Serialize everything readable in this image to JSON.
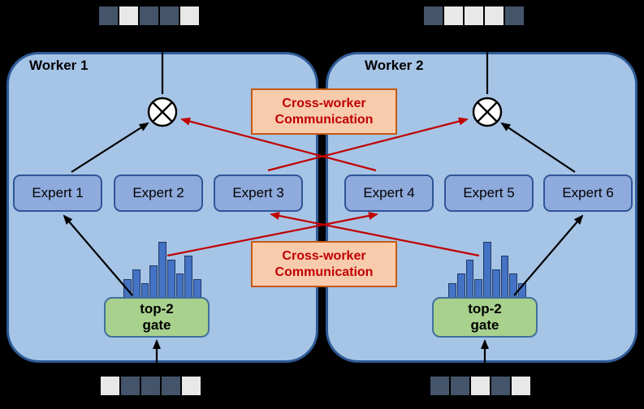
{
  "colors": {
    "background": "#000000",
    "worker_fill": "#A6C4E6",
    "worker_border": "#2E5B97",
    "expert_fill": "#8FAADC",
    "expert_border": "#2F5597",
    "gate_fill": "#A9D18E",
    "gate_border": "#41719C",
    "comm_fill": "#F8CBAD",
    "comm_border": "#C55A11",
    "comm_text": "#C00000",
    "arrow_black": "#000000",
    "arrow_red": "#C00000",
    "token_dark": "#44546A",
    "token_light": "#E8E8E8",
    "hist_fill": "#4472C4",
    "hist_border": "#203864"
  },
  "workers": [
    {
      "label": "Worker 1",
      "experts": [
        {
          "label": "Expert 1"
        },
        {
          "label": "Expert 2"
        },
        {
          "label": "Expert 3"
        }
      ],
      "gate": {
        "line1": "top-2",
        "line2": "gate"
      },
      "histogram": [
        4,
        6,
        3,
        7,
        12,
        8,
        5,
        9,
        4
      ],
      "top_tokens": [
        "dark",
        "light",
        "dark",
        "dark",
        "light"
      ],
      "bottom_tokens": [
        "light",
        "dark",
        "dark",
        "dark",
        "light"
      ]
    },
    {
      "label": "Worker 2",
      "experts": [
        {
          "label": "Expert 4"
        },
        {
          "label": "Expert 5"
        },
        {
          "label": "Expert 6"
        }
      ],
      "gate": {
        "line1": "top-2",
        "line2": "gate"
      },
      "histogram": [
        3,
        5,
        8,
        4,
        12,
        6,
        9,
        5,
        3
      ],
      "top_tokens": [
        "dark",
        "light",
        "light",
        "light",
        "dark"
      ],
      "bottom_tokens": [
        "dark",
        "dark",
        "light",
        "dark",
        "light"
      ]
    }
  ],
  "comm_boxes": [
    {
      "line1": "Cross-worker",
      "line2": "Communication"
    },
    {
      "line1": "Cross-worker",
      "line2": "Communication"
    }
  ]
}
